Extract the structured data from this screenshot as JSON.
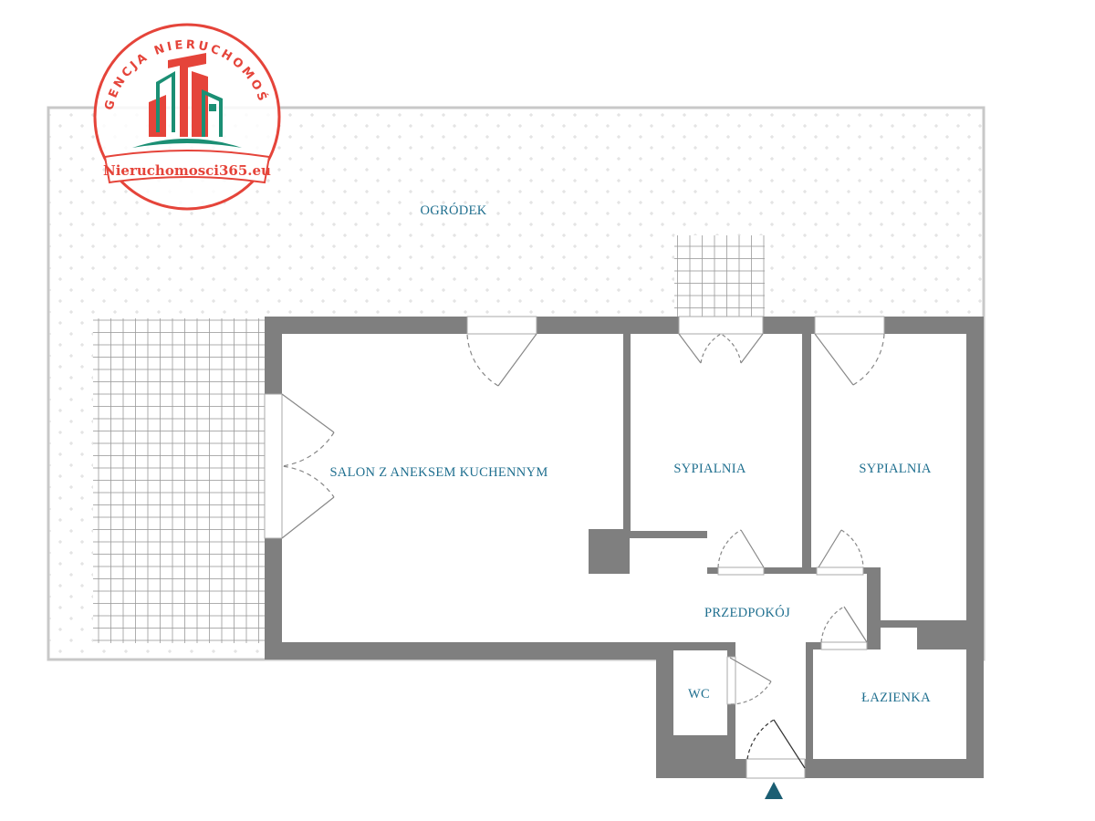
{
  "logo": {
    "arc_text": "AGENCJA NIERUCHOMOŚCI",
    "site": "Nieruchomosci365.eu",
    "red": "#e5443a",
    "teal": "#1b8f74"
  },
  "rooms": {
    "garden": "OGRÓDEK",
    "living": "SALON Z ANEKSEM KUCHENNYM",
    "bedroom1": "SYPIALNIA",
    "bedroom2": "SYPIALNIA",
    "hall": "PRZEDPOKÓJ",
    "wc": "WC",
    "bathroom": "ŁAZIENKA"
  },
  "colors": {
    "wall": "#7f7f7f",
    "label": "#1f6f8f",
    "entrance": "#1b5e73"
  },
  "entrance_marker": "entrance-arrow"
}
